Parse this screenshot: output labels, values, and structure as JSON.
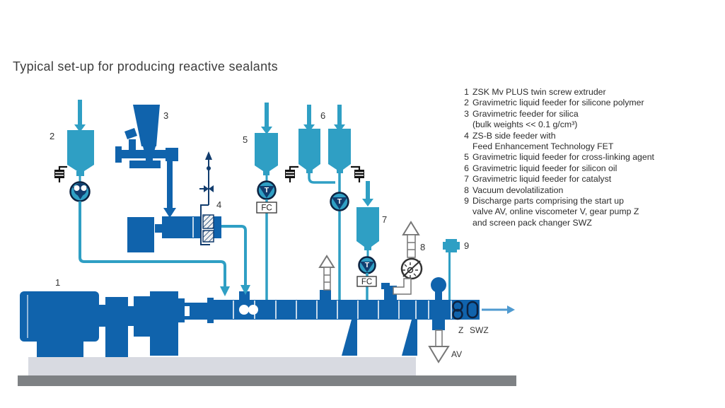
{
  "title": "Typical set-up for producing reactive sealants",
  "legend": {
    "items": [
      {
        "n": "1",
        "lines": [
          "ZSK Mv PLUS twin screw extruder"
        ]
      },
      {
        "n": "2",
        "lines": [
          "Gravimetric liquid feeder for silicone polymer"
        ]
      },
      {
        "n": "3",
        "lines": [
          "Gravimetric feeder for silica",
          "(bulk weights << 0.1 g/cm³)"
        ]
      },
      {
        "n": "4",
        "lines": [
          "ZS-B side feeder with",
          "Feed Enhancement Technology FET"
        ]
      },
      {
        "n": "5",
        "lines": [
          "Gravimetric liquid feeder for cross-linking agent"
        ]
      },
      {
        "n": "6",
        "lines": [
          "Gravimetric liquid feeder for silicon oil"
        ]
      },
      {
        "n": "7",
        "lines": [
          "Gravimetric liquid feeder for catalyst"
        ]
      },
      {
        "n": "8",
        "lines": [
          "Vacuum devolatilization"
        ]
      },
      {
        "n": "9",
        "lines": [
          "Discharge parts comprising the start up",
          "valve AV, online viscometer V, gear pump Z",
          "and screen pack changer SWZ"
        ]
      }
    ]
  },
  "diagram": {
    "labels": {
      "n1": "1",
      "n2": "2",
      "n3": "3",
      "n4": "4",
      "n5": "5",
      "n6": "6",
      "n7": "7",
      "n8": "8",
      "n9": "9",
      "fc": "FC",
      "pump_t": "T",
      "z": "Z",
      "swz": "SWZ",
      "av": "AV"
    }
  },
  "colors": {
    "dark_blue": "#1063ac",
    "navy": "#123d6e",
    "pump_outline": "#0d2240",
    "teal": "#2f9fc4",
    "output_arrow": "#4f9ad0",
    "base_gray": "#d8dae1",
    "floor_gray": "#7e8184",
    "label_text": "#333333",
    "title_text": "#3d3d3d",
    "valve_black": "#111111",
    "outline_gray": "#777777"
  }
}
